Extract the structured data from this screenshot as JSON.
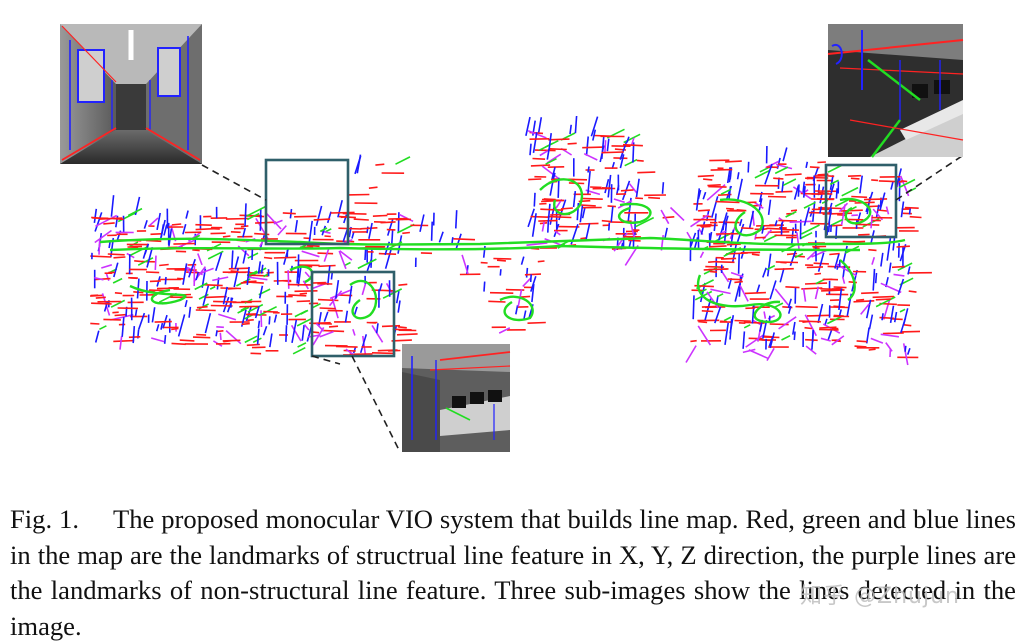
{
  "figure": {
    "caption_label": "Fig. 1.",
    "caption_text": "The proposed monocular VIO system that builds line map. Red, green and blue lines in the map are the landmarks of structrual line feature in X, Y, Z direction, the purple lines are the landmarks of non-structural line feature. Three sub-images show the lines detected in the image."
  },
  "watermark": "知乎 @Zhujun",
  "colors": {
    "x_lines": "#ff1a1a",
    "y_lines": "#22dd22",
    "z_lines": "#1a1aff",
    "non_structural": "#cc33ff",
    "box": "#2f5f6a"
  },
  "icons": [
    "corridor-thumbnail",
    "office-thumbnail",
    "desk-thumbnail"
  ]
}
